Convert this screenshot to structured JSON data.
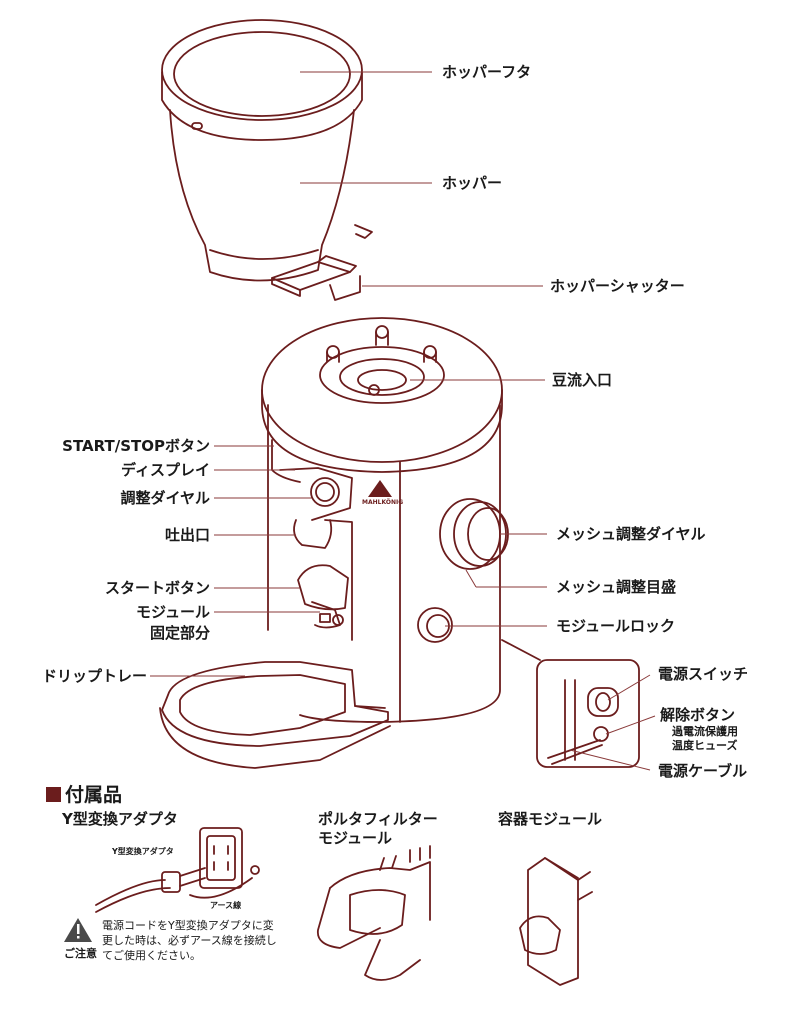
{
  "labels": {
    "hopper_lid": "ホッパーフタ",
    "hopper": "ホッパー",
    "hopper_shutter": "ホッパーシャッター",
    "bean_inlet": "豆流入口",
    "start_stop": "START/STOPボタン",
    "display": "ディスプレイ",
    "adjust_dial": "調整ダイヤル",
    "spout": "吐出口",
    "start_button": "スタートボタン",
    "module_fix_line1": "モジュール",
    "module_fix_line2": "固定部分",
    "drip_tray": "ドリップトレー",
    "mesh_dial": "メッシュ調整ダイヤル",
    "mesh_scale": "メッシュ調整目盛",
    "module_lock": "モジュールロック",
    "power_switch": "電源スイッチ",
    "release_button": "解除ボタン",
    "release_note_line1": "過電流保護用",
    "release_note_line2": "温度ヒューズ",
    "power_cable": "電源ケーブル",
    "brand_mark": "MAHLKÖNIG"
  },
  "accessories": {
    "heading": "付属品",
    "adapter_title": "Y型変換アダプタ",
    "adapter_small_label": "Y型変換アダプタ",
    "ground_wire_label": "アース線",
    "portafilter_line1": "ポルタフィルター",
    "portafilter_line2": "モジュール",
    "container_title": "容器モジュール",
    "caution_label": "ご注意",
    "caution_text": "電源コードをY型変換アダプタに変更した時は、必ずアース線を接続してご使用ください。"
  },
  "colors": {
    "outline": "#6b1d1d",
    "leader": "#8a3a3a",
    "accent": "#6b1d1d",
    "caution_fill": "#4a4a4a"
  }
}
